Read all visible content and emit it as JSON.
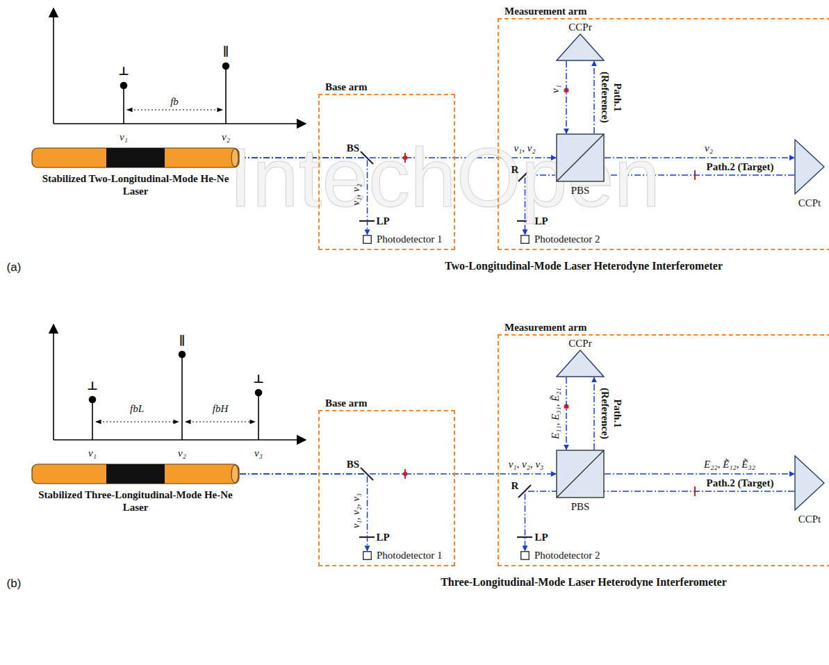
{
  "diagram": {
    "nodes": [
      {
        "text": [
          "Stabilized Two-Longitudinal-Mode He-Ne Laser"
        ]
      },
      {
        "text": [
          "Base arm"
        ]
      },
      {
        "text": [
          "Photodetector 1"
        ],
        "in": 1
      },
      {
        "text": [
          "Measurement arm"
        ]
      },
      {
        "text": [
          "CCPr"
        ],
        "in": 3
      },
      {
        "text": [
          "PBS"
        ],
        "in": 3
      },
      {
        "text": [
          "CCPt"
        ],
        "in": 3
      },
      {
        "text": [
          "Photodetector 2"
        ],
        "in": 3
      },
      {
        "text": [
          "Stabilized Three-Longitudinal-Mode He-Ne Laser"
        ]
      },
      {
        "text": [
          "Base arm"
        ]
      },
      {
        "text": [
          "Photodetector 1"
        ],
        "in": 9
      },
      {
        "text": [
          "Measurement arm"
        ]
      },
      {
        "text": [
          "CCPr"
        ],
        "in": 11
      },
      {
        "text": [
          "PBS"
        ],
        "in": 11
      },
      {
        "text": [
          "CCPt"
        ],
        "in": 11
      },
      {
        "text": [
          "Photodetector 2"
        ],
        "in": 11
      }
    ],
    "edges": [
      {
        "from": 0,
        "to": 5,
        "arrow": "to"
      },
      {
        "from": 0,
        "to": 2,
        "arrow": "to"
      },
      {
        "from": 5,
        "to": 4,
        "arrow": "to"
      },
      {
        "from": 4,
        "to": 5,
        "arrow": "to"
      },
      {
        "from": 5,
        "to": 6,
        "arrow": "to"
      },
      {
        "from": 6,
        "to": 7,
        "arrow": "to"
      },
      {
        "from": 8,
        "to": 13,
        "arrow": "to"
      },
      {
        "from": 8,
        "to": 10,
        "arrow": "to"
      },
      {
        "from": 13,
        "to": 12,
        "arrow": "to"
      },
      {
        "from": 12,
        "to": 13,
        "arrow": "to"
      },
      {
        "from": 13,
        "to": 14,
        "arrow": "to"
      },
      {
        "from": 14,
        "to": 15,
        "arrow": "to"
      }
    ],
    "labels": [
      "⊥",
      "∥",
      "fb",
      "ν₁",
      "ν₂",
      "BS",
      "ν₁, ν₂",
      "LP",
      "ν₁, ν₂",
      "ν₁",
      "Path.1 (Reference)",
      "ν₂",
      "Path.2 (Target)",
      "R",
      "LP",
      "(a)",
      "Two-Longitudinal-Mode Laser Heterodyne Interferometer",
      "⊥",
      "∥",
      "⊥",
      "fbL",
      "fbH",
      "ν₁",
      "ν₂",
      "ν₃",
      "BS",
      "ν₁, ν₂, ν₃",
      "LP",
      "ν₁, ν₂, ν₃",
      "E₁₁, E₃₁, Ẽ₂₁",
      "Path.1 (Reference)",
      "E₂₂, Ẽ₁₂, Ẽ₃₂",
      "Path.2 (Target)",
      "R",
      "LP",
      "(b)",
      "Three-Longitudinal-Mode Laser Heterodyne Interferometer",
      "IntechOpen"
    ]
  }
}
